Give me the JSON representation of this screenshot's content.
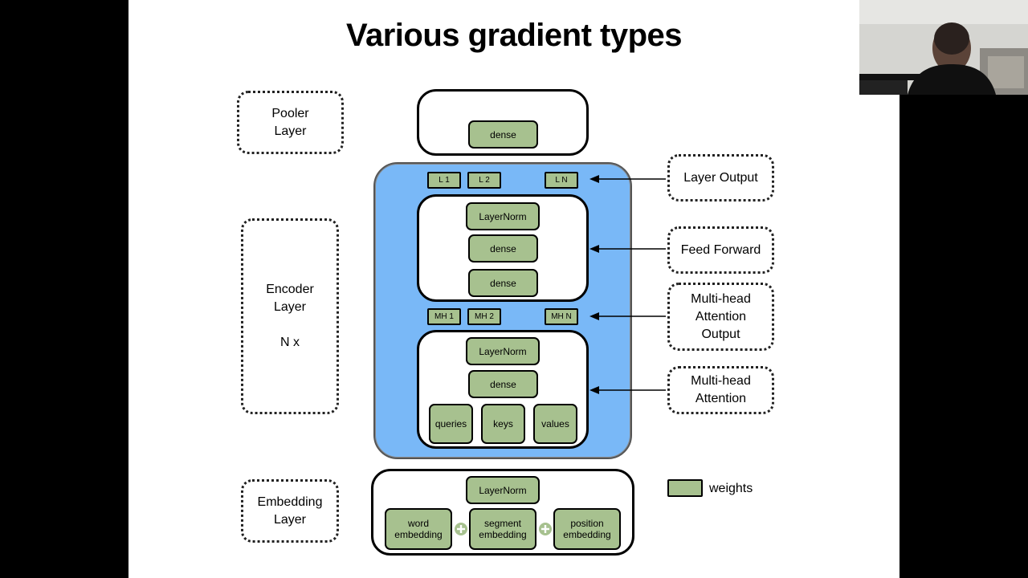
{
  "slide": {
    "title": "Various gradient types"
  },
  "left_labels": {
    "pooler": [
      "Pooler",
      "Layer"
    ],
    "encoder": [
      "Encoder",
      "Layer",
      "",
      "N x"
    ],
    "embedding": [
      "Embedding",
      "Layer"
    ]
  },
  "pooler_block": {
    "dense": "dense"
  },
  "layer_output_nodes": {
    "l1": "L 1",
    "l2": "L 2",
    "ln": "L N"
  },
  "feed_forward_block": {
    "layernorm": "LayerNorm",
    "dense1": "dense",
    "dense2": "dense"
  },
  "mh_output_nodes": {
    "mh1": "MH 1",
    "mh2": "MH 2",
    "mhn": "MH N"
  },
  "attention_block": {
    "layernorm": "LayerNorm",
    "dense": "dense",
    "queries": "queries",
    "keys": "keys",
    "values": "values"
  },
  "embedding_block": {
    "layernorm": "LayerNorm",
    "word": [
      "word",
      "embedding"
    ],
    "segment": [
      "segment",
      "embedding"
    ],
    "position": [
      "position",
      "embedding"
    ]
  },
  "right_labels": {
    "layer_output": [
      "Layer Output"
    ],
    "feed_forward": [
      "Feed Forward"
    ],
    "mh_attention_output": [
      "Multi-head",
      "Attention",
      "Output"
    ],
    "mh_attention": [
      "Multi-head",
      "Attention"
    ]
  },
  "legend": {
    "label": "weights"
  },
  "colors": {
    "encoder_fill": "#79b8f7",
    "weight_fill": "#a7c18f",
    "plus_fill": "#a7c18f"
  },
  "icons": {
    "plus": "plus-circle-icon"
  }
}
